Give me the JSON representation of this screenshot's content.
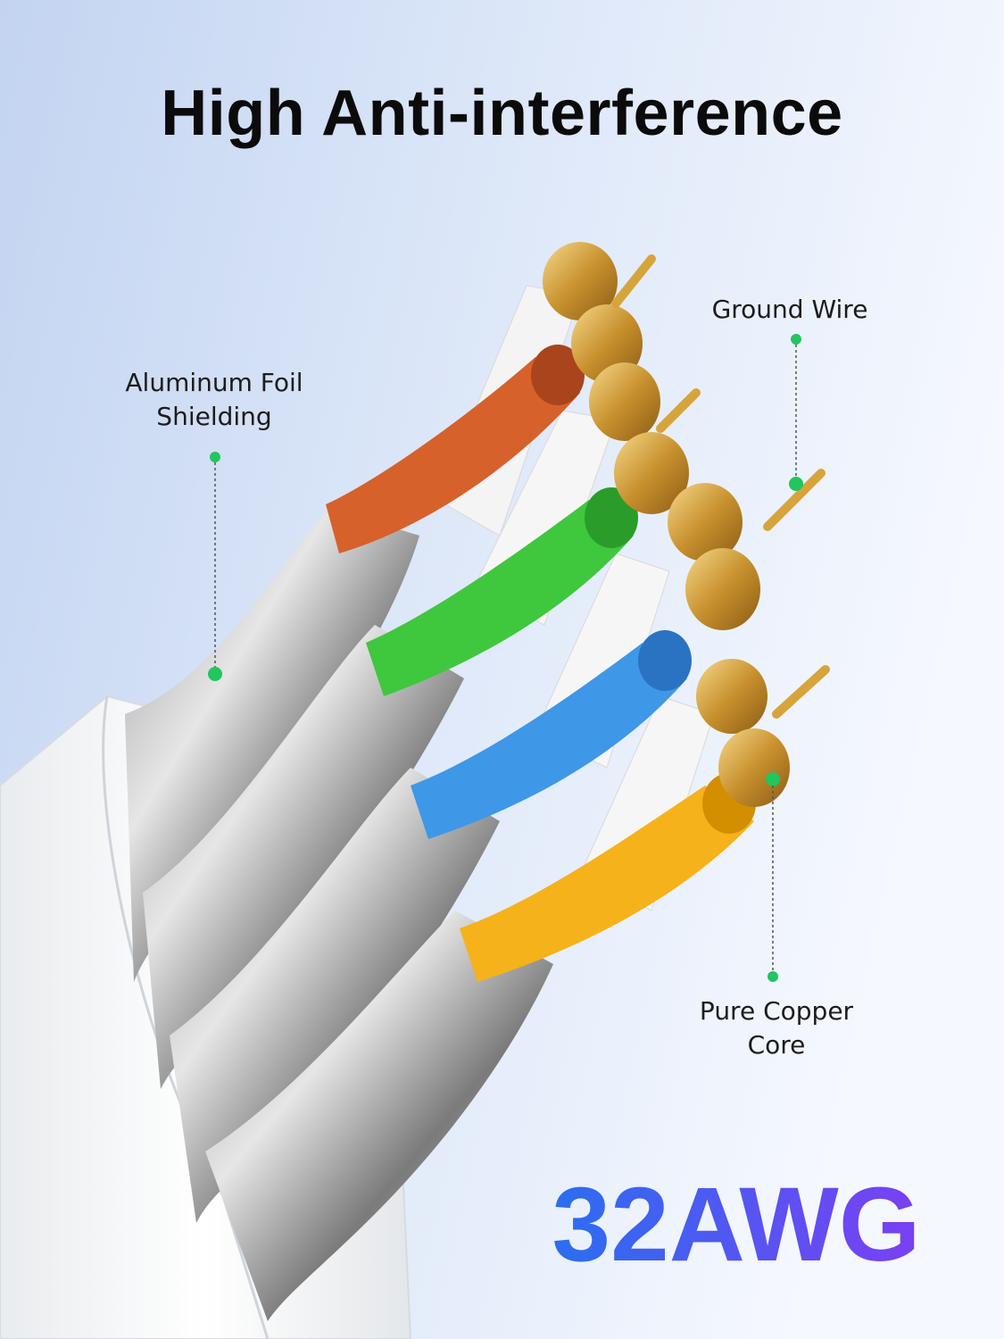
{
  "title": "High Anti-interference",
  "labels": {
    "foil": {
      "line1": "Aluminum Foil",
      "line2": "Shielding"
    },
    "ground": {
      "line1": "Ground Wire"
    },
    "copper": {
      "line1": "Pure Copper",
      "line2": "Core"
    }
  },
  "badge": {
    "text": "32AWG"
  },
  "colors": {
    "background_left": "#c9d8f3",
    "background_right": "#f3f6fd",
    "callout_dot": "#22c55e",
    "badge_gradient_start": "#2b6ef0",
    "badge_gradient_end": "#7b3ff2",
    "wire_orange": "#d6612b",
    "wire_green": "#3fc73e",
    "wire_blue": "#3f97e8",
    "wire_yellow": "#f6b21a",
    "copper": "#d6a640"
  }
}
